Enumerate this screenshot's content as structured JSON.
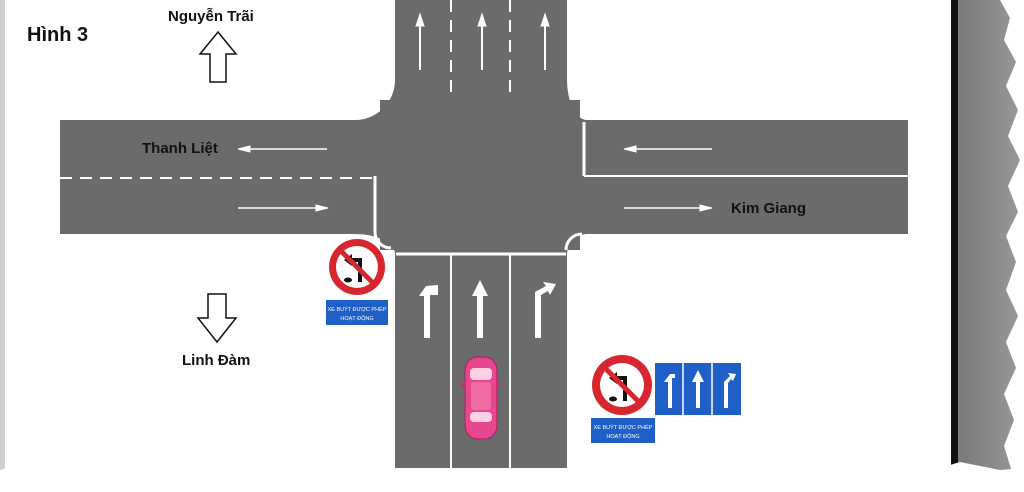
{
  "figure_title": "Hình 3",
  "streets": {
    "north": "Nguyễn Trãi",
    "west": "Thanh Liệt",
    "east": "Kim Giang",
    "south": "Linh Đàm"
  },
  "signs": {
    "bus_exception_line1": "XE BUÝT ĐƯỢC PHÉP",
    "bus_exception_line2": "HOẠT ĐỘNG",
    "no_left_turn_icon": "no-left-turn-icon",
    "lane_direction_icon": "lane-direction-icon"
  },
  "colors": {
    "road": "#6b6b6b",
    "marking": "#ffffff",
    "sign_red": "#d7262e",
    "sign_blue": "#1f5fc8",
    "car": "#e8478f"
  }
}
